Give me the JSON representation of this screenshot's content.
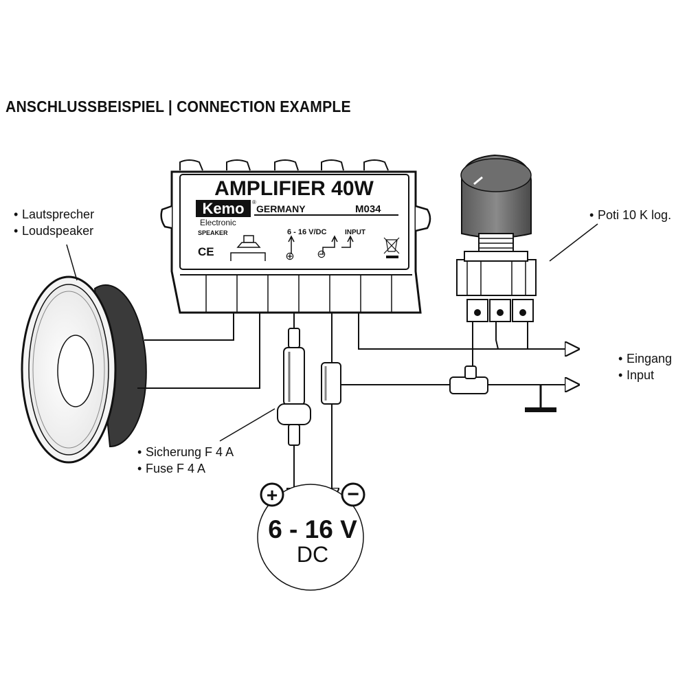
{
  "title": "ANSCHLUSSBEISPIEL | CONNECTION EXAMPLE",
  "module": {
    "heading": "AMPLIFIER 40W",
    "brand": "Kemo",
    "registered": "®",
    "country": "GERMANY",
    "model": "M034",
    "brand_sub": "Electronic",
    "speaker_label": "SPEAKER",
    "ce_mark": "CE",
    "voltage_label": "6 - 16 V/DC",
    "input_label": "INPUT",
    "plus_sign": "⊕",
    "minus_sign": "⊖"
  },
  "labels": {
    "speaker_de": "Lautsprecher",
    "speaker_en": "Loudspeaker",
    "poti": "Poti 10 K log.",
    "input_de": "Eingang",
    "input_en": "Input",
    "fuse_de": "Sicherung F 4 A",
    "fuse_en": "Fuse F 4 A"
  },
  "supply": {
    "voltage": "6 - 16 V",
    "type": "DC",
    "plus": "+",
    "minus": "−"
  },
  "bullet": "•"
}
